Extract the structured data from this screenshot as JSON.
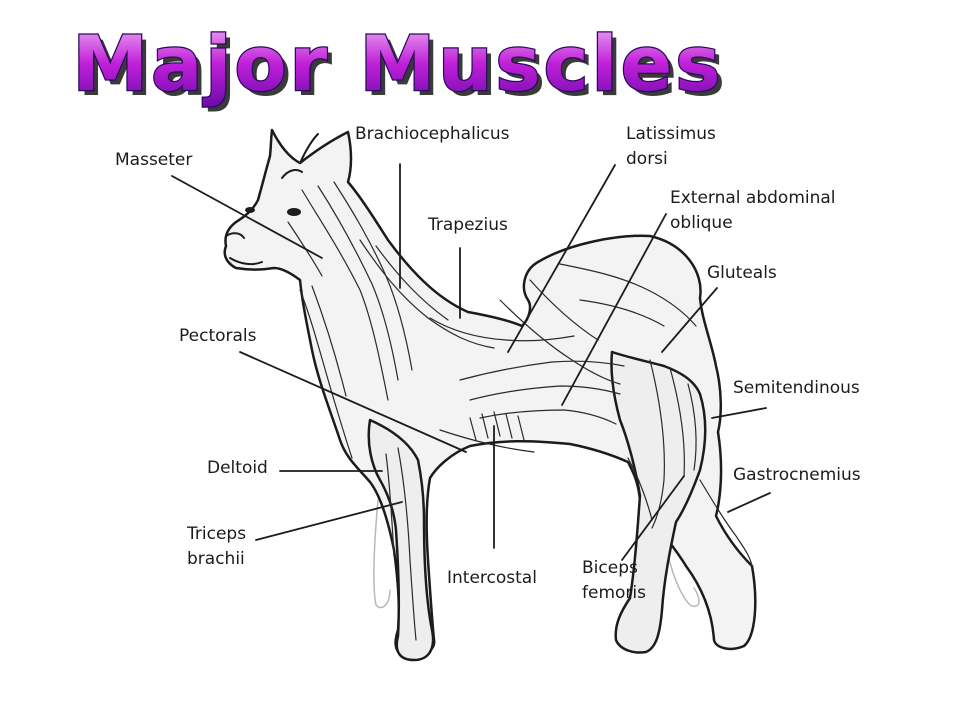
{
  "title": "Major Muscles",
  "colors": {
    "title_top": "#f2b8f6",
    "title_mid": "#c020d8",
    "title_bottom": "#6a0aa8",
    "title_outline": "#2a0a5c",
    "title_shadow": "#3a3a3a",
    "ink": "#1c1c1c",
    "background": "#ffffff"
  },
  "labels": {
    "masseter": "Masseter",
    "brachiocephalicus": "Brachiocephalicus",
    "latissimus": {
      "line1": "Latissimus",
      "line2": "dorsi"
    },
    "external_oblique": {
      "line1": "External abdominal",
      "line2": "oblique"
    },
    "trapezius": "Trapezius",
    "gluteals": "Gluteals",
    "pectorals": "Pectorals",
    "semitendinous": "Semitendinous",
    "deltoid": "Deltoid",
    "gastrocnemius": "Gastrocnemius",
    "triceps": {
      "line1": "Triceps",
      "line2": "brachii"
    },
    "intercostal": "Intercostal",
    "biceps_femoris": {
      "line1": "Biceps",
      "line2": "femoris"
    }
  }
}
